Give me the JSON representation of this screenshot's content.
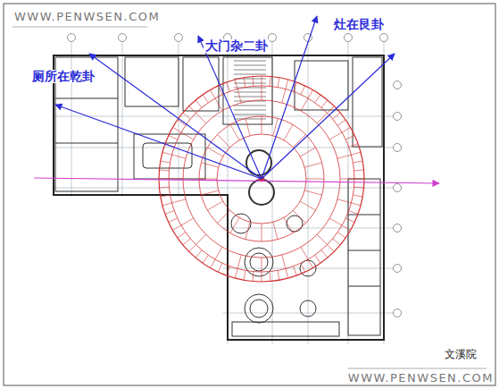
{
  "diagram": {
    "labels": [
      "WWW.PENWSEN.COM",
      "厕所在乾卦",
      "大门杂二卦",
      "灶在艮卦",
      "文溪院",
      "WWW.PENWSEN.COM"
    ]
  }
}
